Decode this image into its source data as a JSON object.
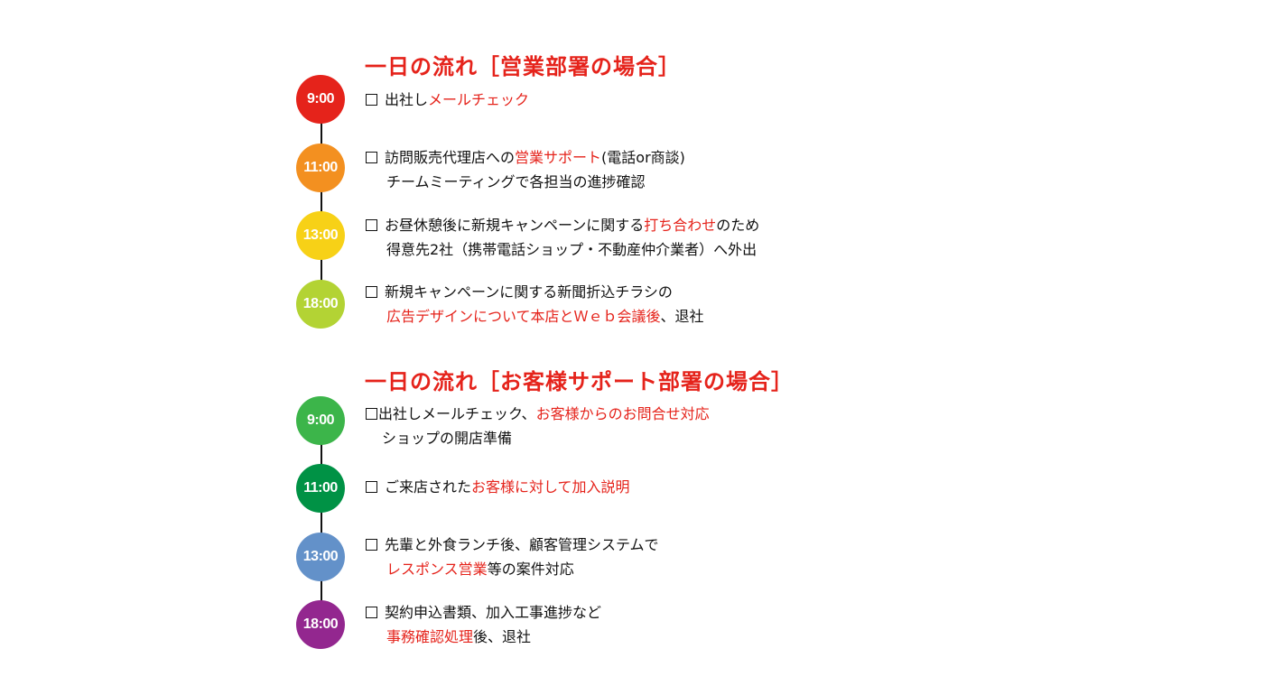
{
  "sections": [
    {
      "title": "一日の流れ［営業部署の場合］",
      "entries": [
        {
          "time": "9:00",
          "color": "#e5231b",
          "lines": [
            {
              "before": "出社し",
              "highlight": "メールチェック",
              "after": ""
            }
          ]
        },
        {
          "time": "11:00",
          "color": "#f39020",
          "lines": [
            {
              "before": "訪問販売代理店への",
              "highlight": "営業サポート",
              "after": "(電話or商談)"
            },
            {
              "before": "チームミーティングで各担当の進捗確認",
              "highlight": "",
              "after": ""
            }
          ]
        },
        {
          "time": "13:00",
          "color": "#f7d117",
          "lines": [
            {
              "before": "お昼休憩後に新規キャンペーンに関する",
              "highlight": "打ち合わせ",
              "after": "のため"
            },
            {
              "before": "得意先2社（携帯電話ショップ・不動産仲介業者）へ外出",
              "highlight": "",
              "after": ""
            }
          ]
        },
        {
          "time": "18:00",
          "color": "#b3d334",
          "lines": [
            {
              "before": "新規キャンペーンに関する新聞折込チラシの",
              "highlight": "",
              "after": ""
            },
            {
              "before": "",
              "highlight": "広告デザインについて本店とＷｅｂ会議後",
              "after": "、退社"
            }
          ]
        }
      ]
    },
    {
      "title": "一日の流れ［お客様サポート部署の場合］",
      "entries": [
        {
          "time": "9:00",
          "color": "#3cb54a",
          "lines": [
            {
              "before": "出社しメールチェック、",
              "highlight": "お客様からのお問合せ対応",
              "after": ""
            },
            {
              "before": "ショップの開店準備",
              "highlight": "",
              "after": ""
            }
          ]
        },
        {
          "time": "11:00",
          "color": "#009245",
          "lines": [
            {
              "before": "ご来店された",
              "highlight": "お客様に対して加入説明",
              "after": ""
            }
          ]
        },
        {
          "time": "13:00",
          "color": "#6391c9",
          "lines": [
            {
              "before": "先輩と外食ランチ後、顧客管理システムで",
              "highlight": "",
              "after": ""
            },
            {
              "before": "",
              "highlight": "レスポンス営業",
              "after": "等の案件対応"
            }
          ]
        },
        {
          "time": "18:00",
          "color": "#93278f",
          "lines": [
            {
              "before": "契約申込書類、加入工事進捗など",
              "highlight": "",
              "after": ""
            },
            {
              "before": "",
              "highlight": "事務確認処理",
              "after": "後、退社"
            }
          ]
        }
      ]
    }
  ]
}
